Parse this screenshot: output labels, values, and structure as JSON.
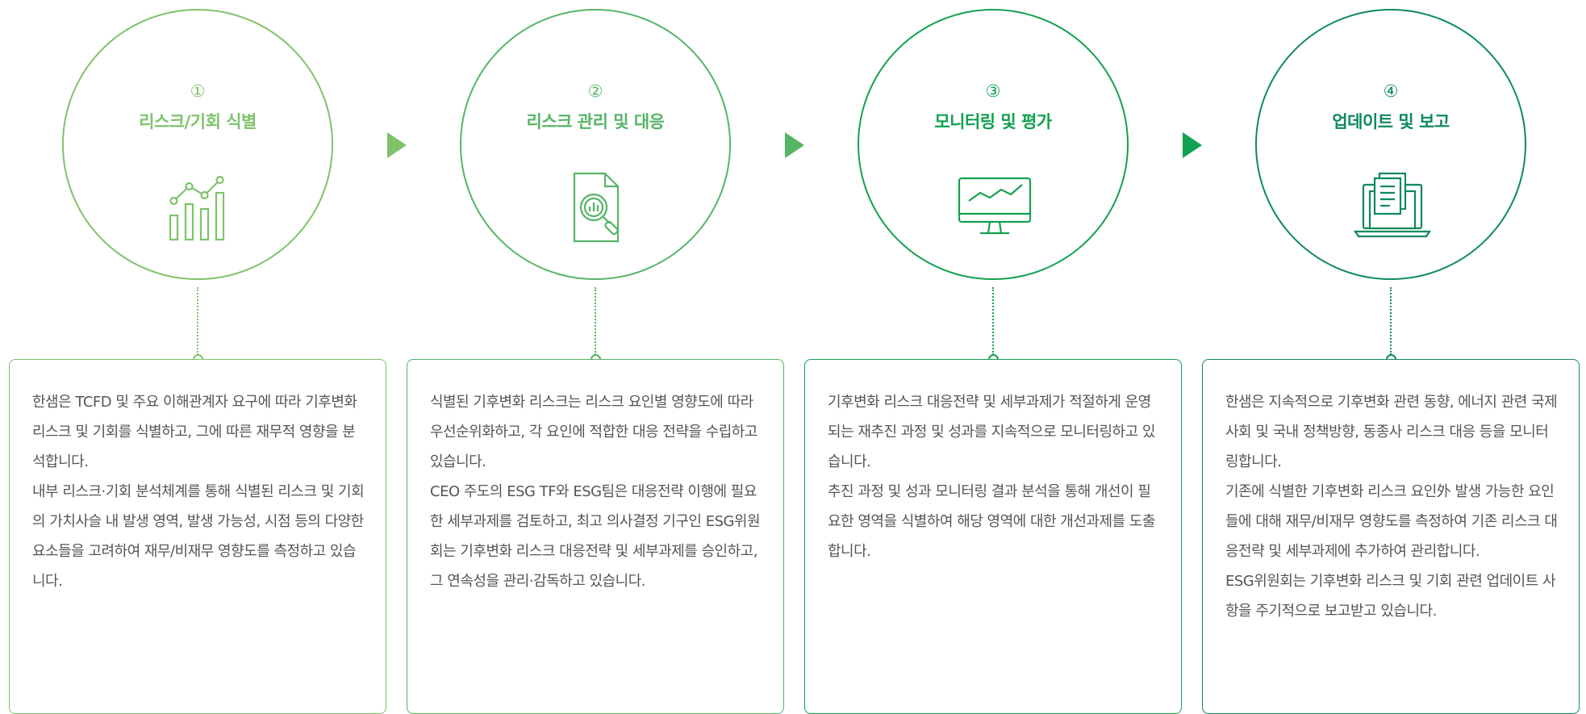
{
  "colors": {
    "step1": "#7ec36b",
    "step2": "#55b566",
    "step3": "#12a150",
    "step4": "#0e8a5c",
    "text": "#555555"
  },
  "steps": [
    {
      "number": "①",
      "title": "리스크/기회 식별",
      "icon": "bar-line-chart-icon",
      "paragraphs": [
        "한샘은 TCFD 및 주요 이해관계자 요구에 따라 기후변화 리스크 및 기회를 식별하고, 그에 따른 재무적 영향을 분석합니다.",
        "내부 리스크·기회 분석체계를 통해 식별된 리스크 및 기회의 가치사슬 내 발생 영역, 발생 가능성, 시점 등의 다양한 요소들을 고려하여 재무/비재무 영향도를 측정하고 있습니다."
      ]
    },
    {
      "number": "②",
      "title": "리스크 관리 및 대응",
      "icon": "document-magnifier-icon",
      "paragraphs": [
        "식별된 기후변화 리스크는 리스크 요인별 영향도에 따라 우선순위화하고, 각 요인에 적합한 대응 전략을 수립하고 있습니다.",
        "CEO 주도의 ESG TF와 ESG팀은 대응전략 이행에 필요한 세부과제를 검토하고, 최고 의사결정 기구인 ESG위원회는 기후변화 리스크 대응전략 및 세부과제를 승인하고, 그 연속성을 관리·감독하고 있습니다."
      ]
    },
    {
      "number": "③",
      "title": "모니터링 및 평가",
      "icon": "monitor-chart-icon",
      "paragraphs": [
        "기후변화 리스크 대응전략 및 세부과제가 적절하게 운영되는 재추진 과정 및 성과를 지속적으로 모니터링하고 있습니다.",
        "추진 과정 및 성과 모니터링 결과 분석을 통해 개선이 필요한 영역을 식별하여 해당 영역에 대한 개선과제를 도출합니다."
      ]
    },
    {
      "number": "④",
      "title": "업데이트 및 보고",
      "icon": "laptop-document-icon",
      "paragraphs": [
        "한샘은 지속적으로 기후변화 관련 동향, 에너지 관련 국제사회 및 국내 정책방향, 동종사 리스크 대응 등을 모니터링합니다.",
        "기존에 식별한 기후변화 리스크 요인外 발생 가능한 요인들에 대해 재무/비재무 영향도를 측정하여 기존 리스크 대응전략 및 세부과제에 추가하여 관리합니다.",
        "ESG위원회는 기후변화 리스크 및 기회 관련 업데이트 사항을 주기적으로 보고받고 있습니다."
      ]
    }
  ]
}
